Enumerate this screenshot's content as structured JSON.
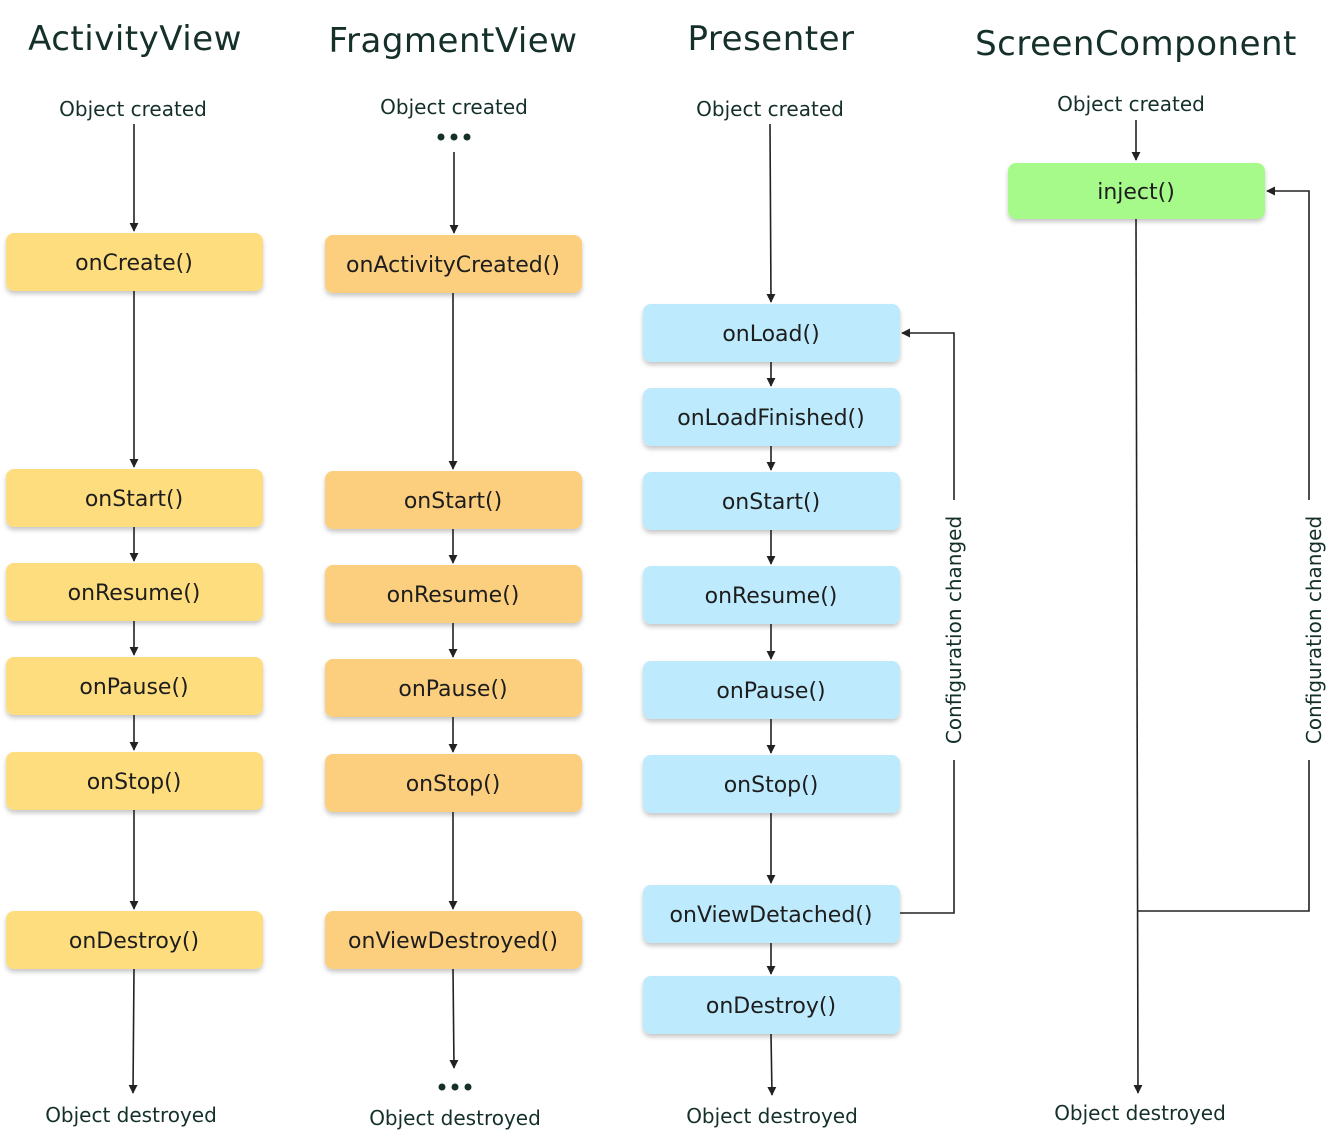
{
  "colors": {
    "activity": "#fedd7e",
    "fragment": "#fccf7e",
    "presenter": "#bdeafc",
    "component": "#a6fa8a",
    "line": "#222222"
  },
  "columns": [
    {
      "title": "ActivityView",
      "start_label": "Object created",
      "end_label": "Object destroyed",
      "methods": [
        "onCreate()",
        "onStart()",
        "onResume()",
        "onPause()",
        "onStop()",
        "onDestroy()"
      ]
    },
    {
      "title": "FragmentView",
      "start_label": "Object created",
      "end_label": "Object destroyed",
      "methods": [
        "onActivityCreated()",
        "onStart()",
        "onResume()",
        "onPause()",
        "onStop()",
        "onViewDestroyed()"
      ]
    },
    {
      "title": "Presenter",
      "start_label": "Object created",
      "end_label": "Object destroyed",
      "methods": [
        "onLoad()",
        "onLoadFinished()",
        "onStart()",
        "onResume()",
        "onPause()",
        "onStop()",
        "onViewDetached()",
        "onDestroy()"
      ],
      "loop_label": "Configuration changed"
    },
    {
      "title": "ScreenComponent",
      "start_label": "Object created",
      "end_label": "Object destroyed",
      "methods": [
        "inject()"
      ],
      "loop_label": "Configuration changed"
    }
  ]
}
